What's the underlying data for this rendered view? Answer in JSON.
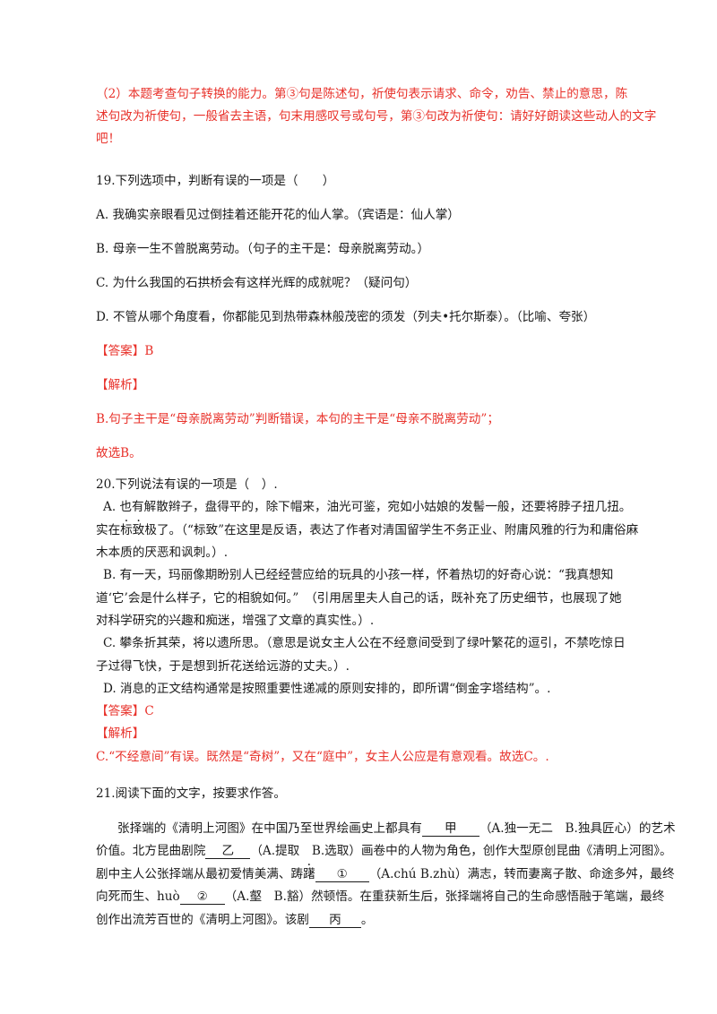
{
  "block18": {
    "line1": "（2）本题考查句子转换的能力。第③句是陈述句，祈使句表示请求、命令，劝告、禁止的意思，陈",
    "line2": "述句改为祈使句，一般省去主语，句末用感叹号或句号，第③句改为祈使句：请好好朗读这些动人的文字",
    "line3": "吧！"
  },
  "q19": {
    "stem": "19.下列选项中，判断有误的一项是（　　）",
    "optA": "A.  我确实亲眼看见过倒挂着还能开花的仙人掌。（宾语是：仙人掌）",
    "optB": "B.  母亲一生不曾脱离劳动。（句子的主干是：母亲脱离劳动。）",
    "optC": "C.  为什么我国的石拱桥会有这样光辉的成就呢？（疑问句）",
    "optD": "D.  不管从哪个角度看，你都能见到热带森林般茂密的须发（列夫•托尔斯泰）。（比喻、夸张）",
    "answer": "【答案】B",
    "analysis_label": "【解析】",
    "analysis": "B.句子主干是“母亲脱离劳动”判断错误，本句的主干是“母亲不脱离劳动”；",
    "conclusion": "故选B。"
  },
  "q20": {
    "stem": "20.下列说法有误的一项是（　）.",
    "a1": "A.  也有解散辫子，盘得平的，除下帽来，油光可鉴，宛如小姑娘的发髻一般，还要将脖子扭几扭。",
    "a2_pre": "实在",
    "a2_dot1": "标",
    "a2_dot2": "致",
    "a2_post": "极了。（“标致”在这里是反语，表达了作者对清国留学生不务正业、附庸风雅的行为和庸俗麻",
    "a3": "木本质的厌恶和讽刺。）.",
    "b1": "B.  有一天，玛丽像期盼别人已经经营应给的玩具的小孩一样，怀着热切的好奇心说：“我真想知",
    "b2": "道‘它’会是什么样子，它的相貌如何。”　（引用居里夫人自己的话，既补充了历史细节，也展现了她",
    "b3": "对科学研究的兴趣和痴迷，增强了文章的真实性。）.",
    "c1": "C.  攀条折其荣，将以遗所思。（意思是说女主人公在不经意间受到了绿叶繁花的逗引，不禁吃惊日",
    "c2": "子过得飞快，于是想到折花送给远游的丈夫。）.",
    "d1": "D.  消息的正文结构通常是按照重要性递减的原则安排的，即所谓“倒金字塔结构”。.",
    "answer": "【答案】C",
    "analysis_label": "【解析】",
    "analysis": "C.“不经意间”有误。既然是“奇树”，又在“庭中”，女主人公应是有意观看。故选C。."
  },
  "q21": {
    "stem": "21.阅读下面的文字，按要求作答。",
    "p1_a": "张择端的《清明上河图》在中国乃至世界绘画史上都具有",
    "blank_jia": "甲",
    "p1_b": "（A.独一无二　B.独具匠心）的艺术",
    "p2_a": "价值。北方昆曲剧院",
    "blank_yi": "乙",
    "p2_b": "（A.提取　B.选取）画卷中的人物为角色，创作大型原创昆曲《清明上河图》。",
    "p3_a": "剧中主人公张择端从最初爱情美满、踌",
    "p3_dot": "躇",
    "blank_1": "①",
    "p3_b": "（A.chú  B.zhù）满志，转而妻离子散、命途多舛，最终",
    "p4_a": "向死而生、huò",
    "blank_2": "②",
    "p4_b": "（A.壑　B.豁）然顿悟。在重获新生后，张择端将自己的生命感悟融于笔端，最终",
    "p5": "创作出流芳百世的《清明上河图》。该剧",
    "blank_bing": "丙",
    "p5_end": "。"
  }
}
